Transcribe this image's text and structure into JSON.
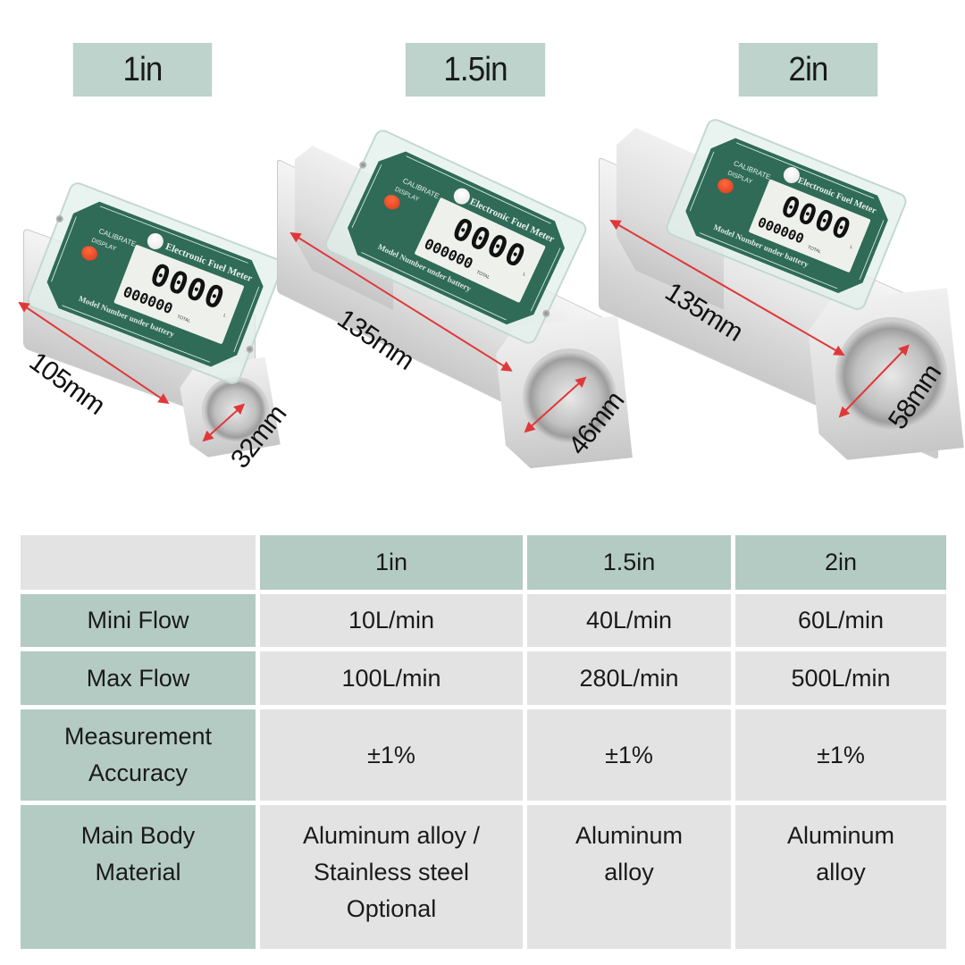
{
  "size_labels": [
    {
      "label": "1in"
    },
    {
      "label": "1.5in"
    },
    {
      "label": "2in"
    }
  ],
  "products": [
    {
      "size": "1in",
      "length_dim": "105mm",
      "diameter_dim": "32mm",
      "face": {
        "title": "Electronic Fuel Meter",
        "subtitle": "Model Number under battery",
        "btn_calibrate": "CALIBRATE",
        "btn_display": "DISPLAY",
        "lcd_main": "0000",
        "lcd_total": "000000",
        "lcd_unit": "L",
        "lcd_total_label": "TOTAL"
      }
    },
    {
      "size": "1.5in",
      "length_dim": "135mm",
      "diameter_dim": "46mm",
      "face": {
        "title": "Electronic Fuel Meter",
        "subtitle": "Model Number under battery",
        "btn_calibrate": "CALIBRATE",
        "btn_display": "DISPLAY",
        "lcd_main": "0000",
        "lcd_total": "000000",
        "lcd_unit": "L",
        "lcd_total_label": "TOTAL"
      }
    },
    {
      "size": "2in",
      "length_dim": "135mm",
      "diameter_dim": "58mm",
      "face": {
        "title": "Electronic Fuel Meter",
        "subtitle": "Model Number under battery",
        "btn_calibrate": "CALIBRATE",
        "btn_display": "DISPLAY",
        "lcd_main": "0000",
        "lcd_total": "000000",
        "lcd_unit": "L",
        "lcd_total_label": "TOTAL"
      }
    }
  ],
  "spec_table": {
    "columns": [
      "",
      "1in",
      "1.5in",
      "2in"
    ],
    "rows": [
      {
        "label": "Mini Flow",
        "values": [
          "10L/min",
          "40L/min",
          "60L/min"
        ]
      },
      {
        "label": "Max Flow",
        "values": [
          "100L/min",
          "280L/min",
          "500L/min"
        ]
      },
      {
        "label_lines": [
          "Measurement",
          "Accuracy"
        ],
        "values": [
          "±1%",
          "±1%",
          "±1%"
        ]
      },
      {
        "label_lines": [
          "Main Body",
          "Material"
        ],
        "values_lines": [
          [
            "Aluminum alloy /",
            "Stainless steel",
            "Optional"
          ],
          [
            "Aluminum",
            "alloy"
          ],
          [
            "Aluminum",
            "alloy"
          ]
        ]
      }
    ]
  },
  "colors": {
    "header_green": "#b4cbc4",
    "label_green": "#bdd3cc",
    "cell_grey": "#e3e3e3",
    "meter_face_green": "#2f6b57",
    "dimension_red": "#e0383a",
    "button_red": "#e0401f"
  }
}
